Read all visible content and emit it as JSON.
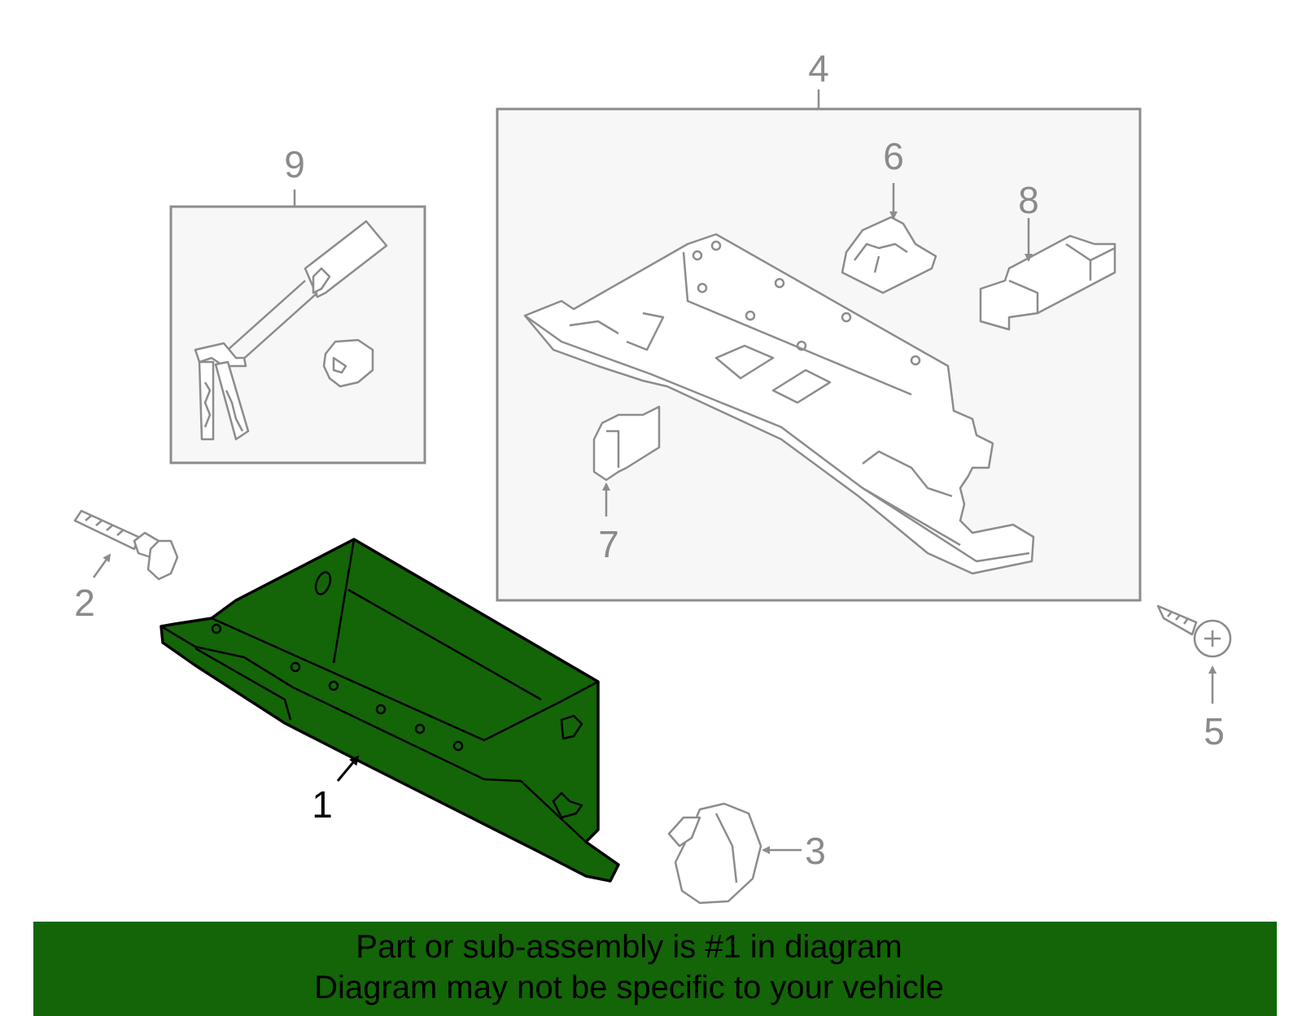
{
  "callouts": {
    "c1": "1",
    "c2": "2",
    "c3": "3",
    "c4": "4",
    "c5": "5",
    "c6": "6",
    "c7": "7",
    "c8": "8",
    "c9": "9"
  },
  "banner": {
    "line1": "Part or sub-assembly is #1 in diagram",
    "line2": "Diagram may not be specific to your vehicle"
  },
  "colors": {
    "highlight_part": "#136508",
    "banner_background": "#136508",
    "outline": "#8c8c8c"
  }
}
